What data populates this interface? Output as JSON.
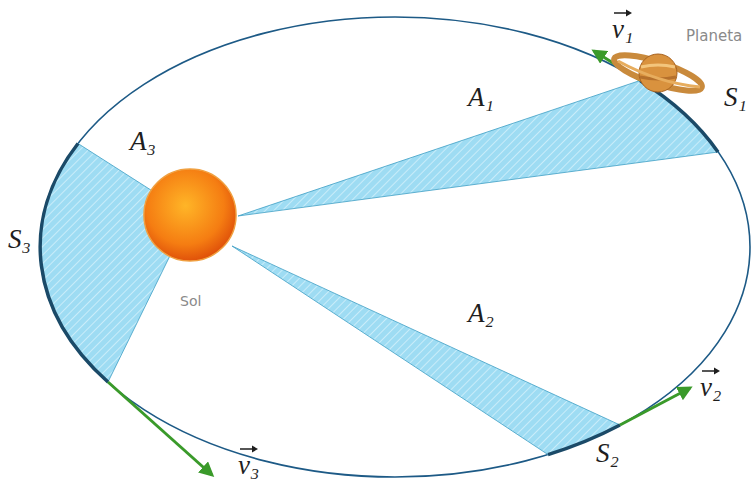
{
  "diagram": {
    "nodes": [
      {
        "text": [
          "Sol"
        ]
      },
      {
        "text": [
          "Planeta"
        ]
      }
    ],
    "labels": [
      "A₁",
      "S₁",
      "v₁",
      "A₂",
      "S₂",
      "v₂",
      "A₃",
      "S₃",
      "v₃"
    ]
  }
}
